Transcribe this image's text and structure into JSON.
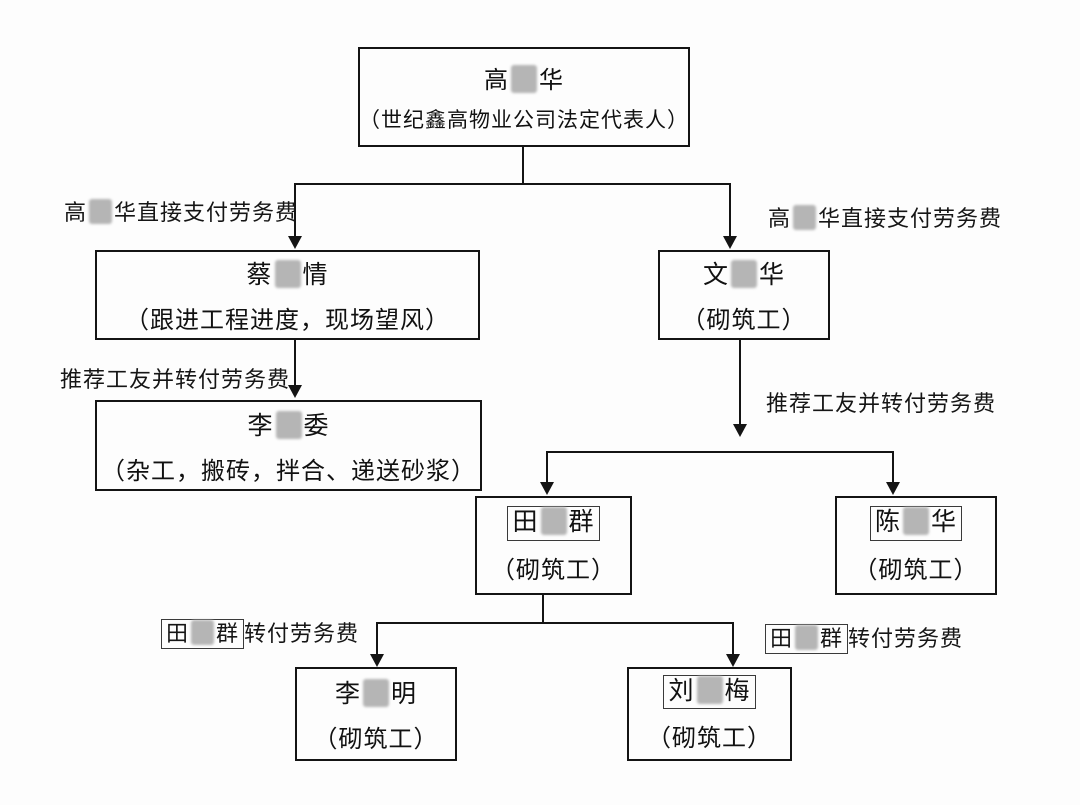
{
  "nodes": {
    "gao": {
      "name_pre": "高",
      "name_post": "华",
      "role": "（世纪鑫高物业公司法定代表人）"
    },
    "cai": {
      "name_pre": "蔡",
      "name_post": "情",
      "role": "（跟进工程进度，现场望风）"
    },
    "wen": {
      "name_pre": "文",
      "name_post": "华",
      "role": "（砌筑工）"
    },
    "liwei": {
      "name_pre": "李",
      "name_post": "委",
      "role": "（杂工，搬砖，拌合、递送砂浆）"
    },
    "tian": {
      "name_pre": "田",
      "name_post": "群",
      "role": "（砌筑工）"
    },
    "chen": {
      "name_pre": "陈",
      "name_post": "华",
      "role": "（砌筑工）"
    },
    "liming": {
      "name_pre": "李",
      "name_post": "明",
      "role": "（砌筑工）"
    },
    "liu": {
      "name_pre": "刘",
      "name_post": "梅",
      "role": "（砌筑工）"
    }
  },
  "labels": {
    "direct_pay": {
      "pre": "高",
      "post": "华直接支付劳务费"
    },
    "recommend": "推荐工友并转付劳务费",
    "transfer": {
      "boxed_pre": "田",
      "boxed_post": "群",
      "post": "转付劳务费"
    }
  },
  "colors": {
    "line": "#141414",
    "redaction": "#b5b5b5",
    "background": "#fdfdfd"
  }
}
